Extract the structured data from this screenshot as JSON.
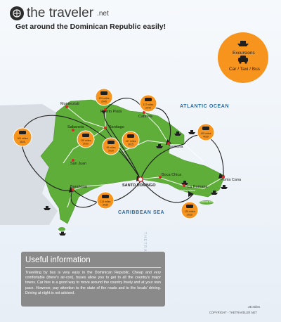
{
  "brand": {
    "name": "the traveler",
    "suffix": ".net"
  },
  "subtitle": "Get around the Dominican Republic easily!",
  "legend": {
    "title": "Excursions",
    "modes": "Car / Taxi / Bus"
  },
  "seas": {
    "atlantic": "ATLANTIC OCEAN",
    "caribbean": "CARIBBEAN SEA"
  },
  "cities": {
    "montecristi": "Montecristi",
    "puerto_plata": "Puerto Plata",
    "sabaneta": "Sabaneta",
    "santiago": "Santiago",
    "cabrera": "Cabrera",
    "samana": "Samana",
    "san_juan": "San Juan",
    "barahona": "Barahona",
    "santo_domingo": "SANTO DOMINGO",
    "boca_chica": "Boca Chica",
    "la_romana": "La Romana",
    "punta_cana": "Punta Cana",
    "catalina": "Catalina island",
    "saona": "Saona island",
    "beata": "Beata island"
  },
  "routes": [
    {
      "id": "montecristi",
      "dist": "161 miles",
      "time": "3h20"
    },
    {
      "id": "santiago",
      "dist": "115 miles",
      "time": "2h30"
    },
    {
      "id": "santiago-sd",
      "dist": "95 miles",
      "time": "2h30"
    },
    {
      "id": "puerto-plata",
      "dist": "131 miles",
      "time": "2h45"
    },
    {
      "id": "cabrera",
      "dist": "117 miles",
      "time": "2h40"
    },
    {
      "id": "samana",
      "dist": "117 miles",
      "time": "2h15"
    },
    {
      "id": "punta-cana",
      "dist": "192 miles",
      "time": "4h30"
    },
    {
      "id": "la-romana",
      "dist": "120 miles",
      "time": "2h20"
    },
    {
      "id": "barahona",
      "dist": "113 miles",
      "time": "2h30"
    }
  ],
  "info": {
    "title": "Useful information",
    "body": "Travelling by bus is very easy in the Dominican Republic. Cheap and very comfortable (there's air-con), buses allow you to get to all the country's major towns. Car hire is a good way to move around the country freely and at your own pace. However, pay attention to the state of the roads and to the locals' driving. Driving at night is not advised."
  },
  "watermark": "THETRAVELER.NET",
  "scale": "25 miles",
  "copyright": "COPYRIGHT - THETRAVELER.NET",
  "colors": {
    "land": "#5fae3a",
    "road": "#ffffff",
    "badge": "#f7941d",
    "sea": "#2a6aa6",
    "route": "#1f1f1f"
  }
}
